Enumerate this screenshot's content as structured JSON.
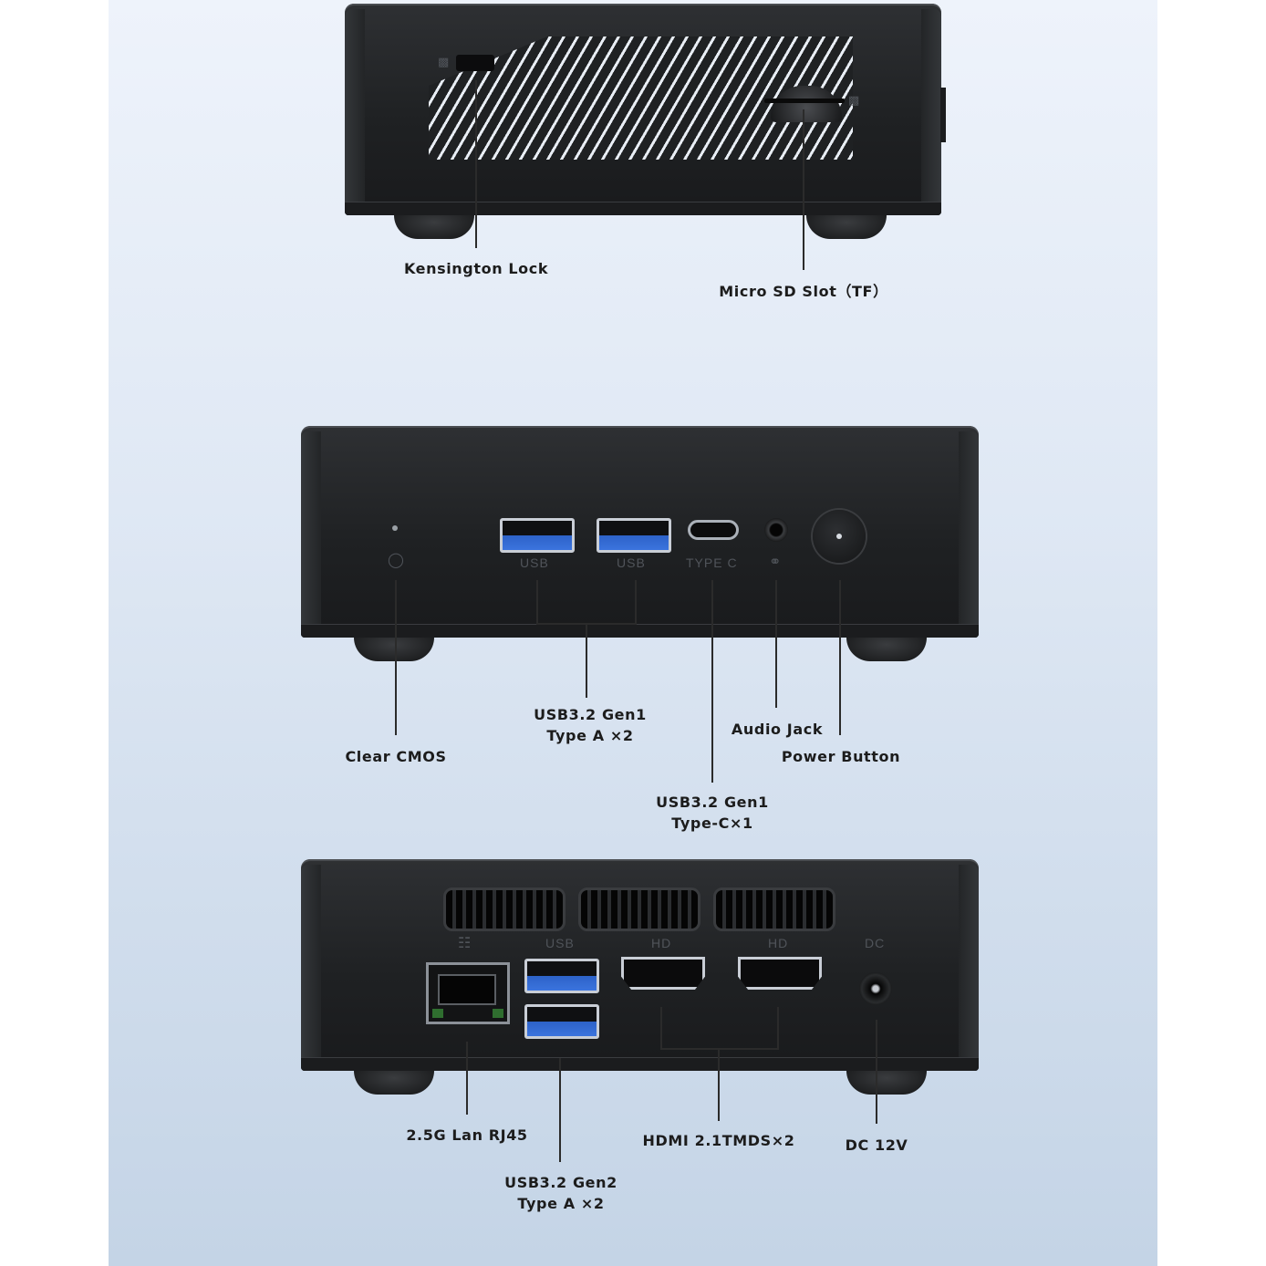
{
  "device_top": {
    "labels": {
      "kensington_lock": "Kensington Lock",
      "micro_sd": "Micro SD Slot（TF）"
    }
  },
  "device_front": {
    "port_marks": {
      "usb1": "USB",
      "usb2": "USB",
      "type_c": "TYPE C"
    },
    "labels": {
      "clear_cmos": "Clear CMOS",
      "usb_a_line1": "USB3.2 Gen1",
      "usb_a_line2": "Type A ×2",
      "type_c_line1": "USB3.2 Gen1",
      "type_c_line2": "Type-C×1",
      "audio_jack": "Audio Jack",
      "power_button": "Power Button"
    }
  },
  "device_back": {
    "port_marks": {
      "usb": "USB",
      "hd1": "HD",
      "hd2": "HD",
      "dc": "DC"
    },
    "labels": {
      "lan": "2.5G Lan RJ45",
      "usb_gen2_line1": "USB3.2 Gen2",
      "usb_gen2_line2": "Type A ×2",
      "hdmi": "HDMI 2.1TMDS×2",
      "dc": "DC 12V"
    }
  }
}
